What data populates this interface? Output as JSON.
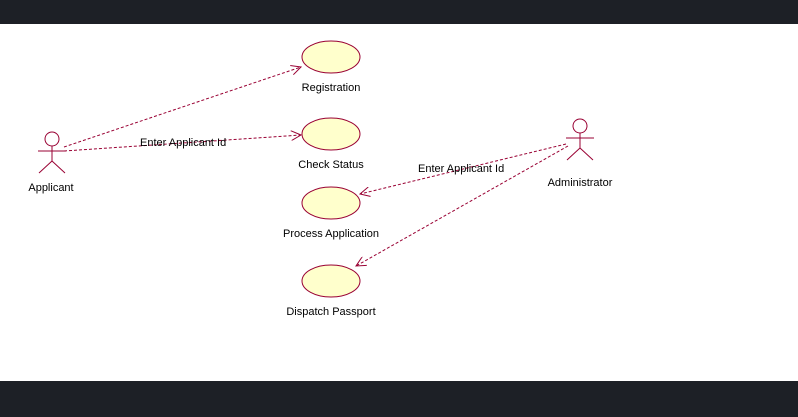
{
  "colors": {
    "frame": "#1d2026",
    "canvas": "#ffffff",
    "stroke": "#990033",
    "usecase_fill": "#ffffcc",
    "text": "#000000"
  },
  "actors": {
    "applicant": "Applicant",
    "administrator": "Administrator"
  },
  "use_cases": {
    "registration": "Registration",
    "check_status": "Check Status",
    "process_application": "Process Application",
    "dispatch_passport": "Dispatch Passport"
  },
  "associations": {
    "applicant_check_status": "Enter Applicant Id",
    "administrator_process": "Enter Applicant Id"
  }
}
